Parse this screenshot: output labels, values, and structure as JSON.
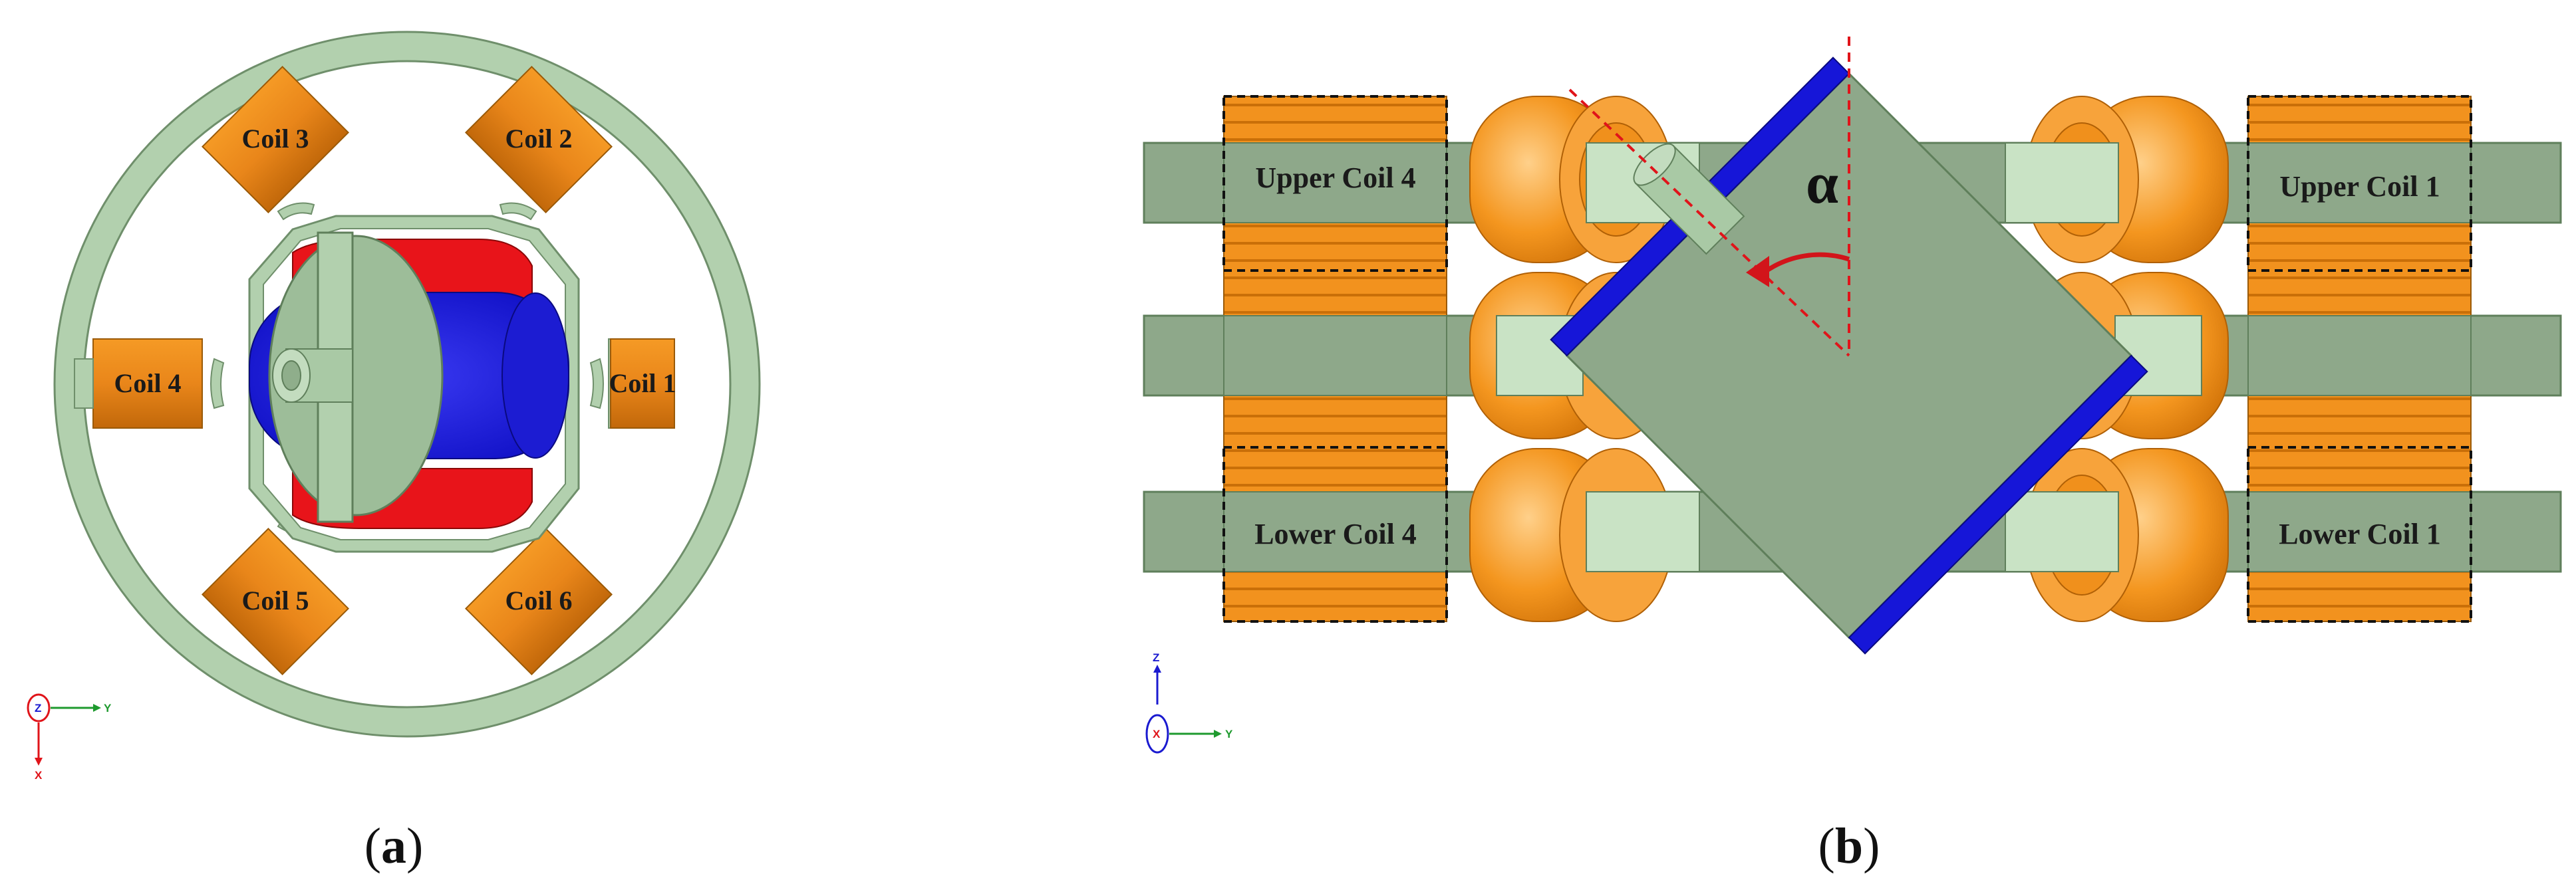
{
  "panel_a": {
    "coils": [
      "Coil 1",
      "Coil 2",
      "Coil 3",
      "Coil 4",
      "Coil 5",
      "Coil 6"
    ],
    "triad": {
      "out": "Z",
      "right": "Y",
      "down": "X"
    },
    "caption": {
      "open": "(",
      "letter": "a",
      "close": ")"
    }
  },
  "panel_b": {
    "upper_right": "Upper Coil 1",
    "upper_left": "Upper Coil 4",
    "lower_right": "Lower Coil 1",
    "lower_left": "Lower Coil 4",
    "angle_symbol": "α",
    "triad": {
      "up": "Z",
      "out": "X",
      "right": "Y"
    },
    "caption": {
      "open": "(",
      "letter": "b",
      "close": ")"
    }
  },
  "colors": {
    "housing": "#a9c9a5",
    "housing_edge": "#6f8f6b",
    "coil": "#f0901c",
    "coil_dark": "#c96f08",
    "magnet_blue": "#1616d8",
    "magnet_red": "#e8141a",
    "mover": "#8ea88a",
    "dash_red": "#e0141a"
  }
}
